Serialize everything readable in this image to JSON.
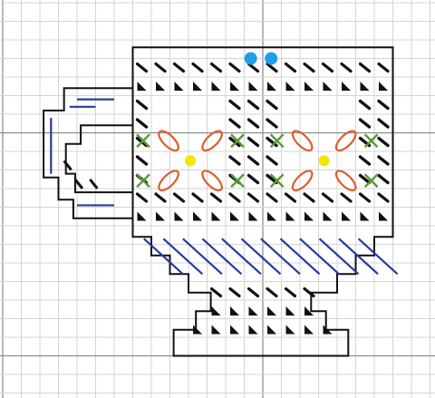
{
  "title": "",
  "pattern": {
    "name": "",
    "colors": {
      "background": "#ffffff",
      "grid_line": "#d4d4d4",
      "center_line": "#8a8a8a",
      "outline": "#111111",
      "black_stitch": "#111111",
      "orange_petal": "#e05a2a",
      "green_stitch": "#5a9a3a",
      "yellow_center": "#f2e600",
      "blue_stitch": "#2a3a9a",
      "blue_bead": "#1ea0e6"
    },
    "motifs": [
      {
        "name": "flower-left",
        "petal_color": "orange_petal",
        "center_color": "yellow_center"
      },
      {
        "name": "flower-right",
        "petal_color": "orange_petal",
        "center_color": "yellow_center"
      }
    ],
    "beads": 2,
    "bands": [
      {
        "name": "blue-diagonal-band",
        "color": "blue_stitch"
      }
    ]
  }
}
